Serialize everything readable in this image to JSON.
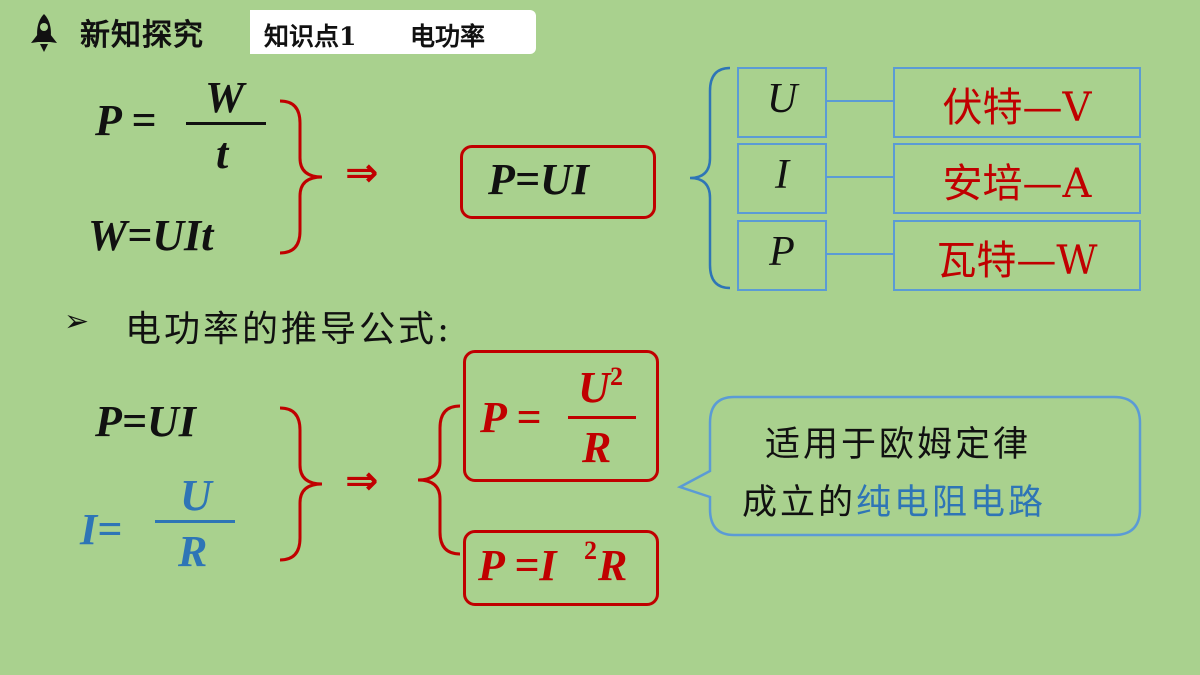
{
  "header": {
    "title": "新知探究",
    "tab_point": "知识点1",
    "tab_topic": "电功率"
  },
  "formulas_top": {
    "p_lhs": "P =",
    "w_num": "W",
    "t_den": "t",
    "w_uit": "W=UIt",
    "arrow": "⇒",
    "result": "P=UI"
  },
  "units": [
    {
      "symbol": "U",
      "unit": "伏特—V"
    },
    {
      "symbol": "I",
      "unit": "安培—A"
    },
    {
      "symbol": "P",
      "unit": "瓦特—W"
    }
  ],
  "bullet": {
    "marker": "➢",
    "text": "电功率的推导公式:"
  },
  "formulas_bottom": {
    "p_ui": "P=UI",
    "i_lhs": "I=",
    "u_num": "U",
    "r_den": "R",
    "arrow": "⇒",
    "f1_lhs": "P =",
    "f1_num": "U",
    "f1_sup": "2",
    "f1_den": "R",
    "f2_lhs": "P =I",
    "f2_sup": "2",
    "f2_r": "R"
  },
  "callout": {
    "line1": "适用于欧姆定律",
    "line2_plain": "成立的",
    "line2_blue": "纯电阻电路"
  },
  "colors": {
    "background": "#a9d18e",
    "red": "#c00000",
    "blue": "#2e75b6",
    "box_blue": "#5b9bd5"
  }
}
